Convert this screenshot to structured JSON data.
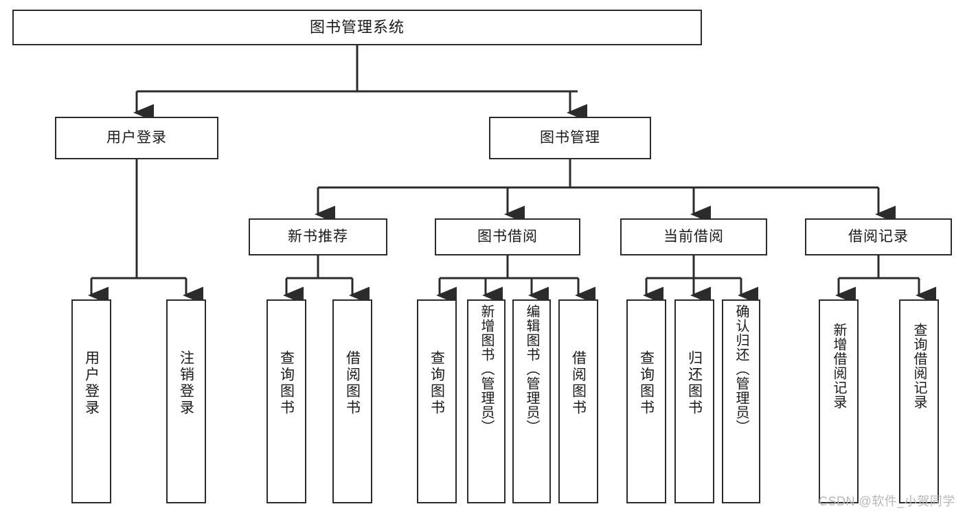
{
  "diagram": {
    "title_text": "图书管理系统",
    "type": "tree-hierarchy-diagram",
    "colors": {
      "box_border": "#2b2b2b",
      "box_fill": "#ffffff",
      "edge": "#2b2b2b",
      "text": "#1a1a1a",
      "watermark": "#b8b8b8",
      "background": "#ffffff"
    },
    "nodes": {
      "root": {
        "label": "图书管理系统",
        "level": 1
      },
      "l2": [
        {
          "id": "user-login",
          "label": "用户登录",
          "level": 2
        },
        {
          "id": "book-management",
          "label": "图书管理",
          "level": 2
        }
      ],
      "l3": [
        {
          "id": "new-book-recommend",
          "label": "新书推荐",
          "level": 3
        },
        {
          "id": "book-borrow",
          "label": "图书借阅",
          "level": 3
        },
        {
          "id": "current-borrow",
          "label": "当前借阅",
          "level": 3
        },
        {
          "id": "borrow-record",
          "label": "借阅记录",
          "level": 3
        }
      ],
      "leaves": {
        "user_login": [
          {
            "id": "leaf-user-login",
            "label": "用户登录"
          },
          {
            "id": "leaf-logout-login",
            "label": "注销登录"
          }
        ],
        "new_book_recommend": [
          {
            "id": "leaf-query-book-1",
            "label": "查询图书"
          },
          {
            "id": "leaf-borrow-book-1",
            "label": "借阅图书"
          }
        ],
        "book_borrow": [
          {
            "id": "leaf-query-book-2",
            "label": "查询图书"
          },
          {
            "id": "leaf-add-book",
            "label": "新增图书（管理员）"
          },
          {
            "id": "leaf-edit-book",
            "label": "编辑图书（管理员）"
          },
          {
            "id": "leaf-borrow-book-2",
            "label": "借阅图书"
          }
        ],
        "current_borrow": [
          {
            "id": "leaf-query-book-3",
            "label": "查询图书"
          },
          {
            "id": "leaf-return-book",
            "label": "归还图书"
          },
          {
            "id": "leaf-confirm-return",
            "label": "确认归还（管理员）"
          }
        ],
        "borrow_record": [
          {
            "id": "leaf-add-borrow-record",
            "label": "新增借阅记录"
          },
          {
            "id": "leaf-query-borrow-record",
            "label": "查询借阅记录"
          }
        ]
      }
    }
  },
  "watermark": {
    "text": "CSDN @软件_小贺同学"
  }
}
